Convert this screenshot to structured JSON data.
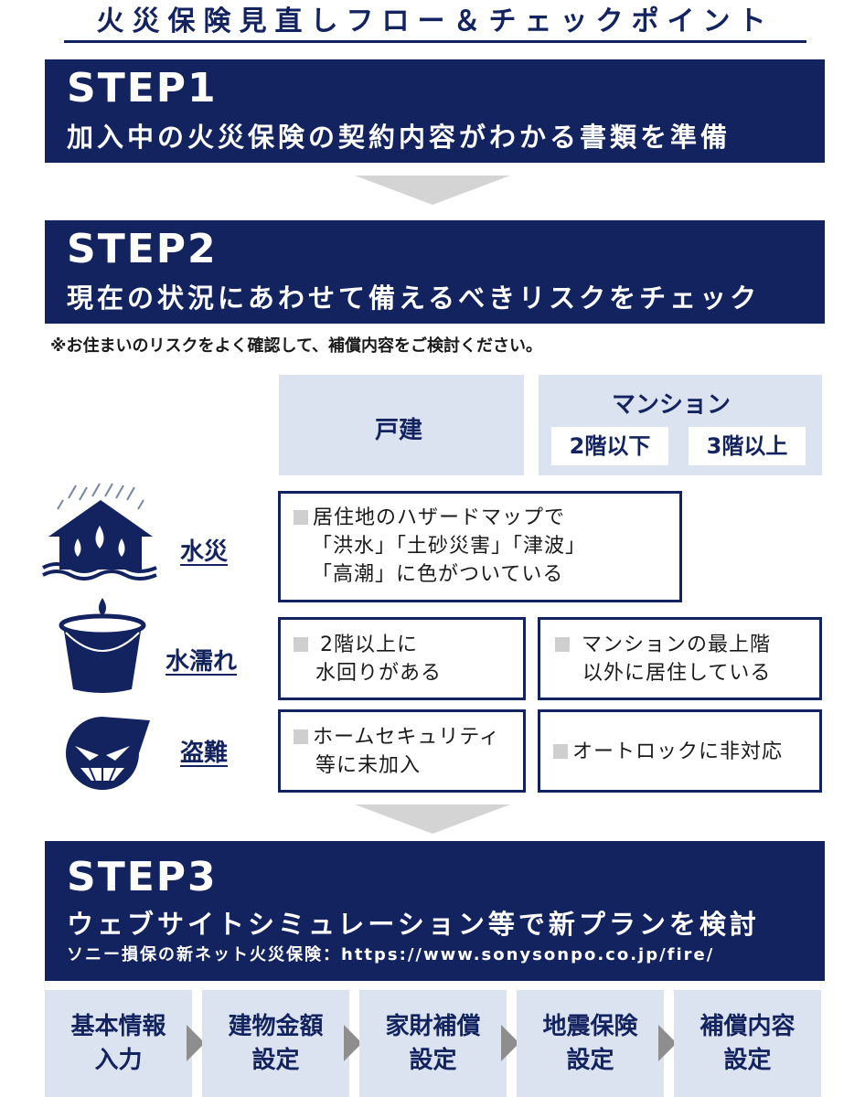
{
  "title": "火災保険見直しフロー＆チェックポイント",
  "step1": {
    "num": "STEP1",
    "desc": "加入中の火災保険の契約内容がわかる書類を準備"
  },
  "step2": {
    "num": "STEP2",
    "desc": "現在の状況にあわせて備えるべきリスクをチェック"
  },
  "note": "※お住まいのリスクをよく確認して、補償内容をご検討ください。",
  "table": {
    "col_house": "戸建",
    "col_mansion": "マンション",
    "col_low": "2階以下",
    "col_high": "3階以上"
  },
  "risks": {
    "flood": {
      "label": "水災",
      "icon": "house-rain-icon",
      "check": [
        "居住地のハザードマップで",
        "「洪水」「土砂災害」「津波」",
        "「高潮」に色がついている"
      ]
    },
    "water": {
      "label": "水濡れ",
      "icon": "bucket-icon",
      "check_house": [
        "2階以上に",
        "水回りがある"
      ],
      "check_mansion": [
        "マンションの最上階",
        "以外に居住している"
      ]
    },
    "theft": {
      "label": "盗難",
      "icon": "thief-icon",
      "check_house": [
        "ホームセキュリティ",
        "等に未加入"
      ],
      "check_mansion": [
        "オートロックに非対応"
      ]
    }
  },
  "step3": {
    "num": "STEP3",
    "desc": "ウェブサイトシミュレーション等で新プランを検討",
    "url": "ソニー損保の新ネット火災保険：https://www.sonysonpo.co.jp/fire/"
  },
  "flow": [
    [
      "基本情報",
      "入力"
    ],
    [
      "建物金額",
      "設定"
    ],
    [
      "家財補償",
      "設定"
    ],
    [
      "地震保険",
      "設定"
    ],
    [
      "補償内容",
      "設定"
    ]
  ],
  "colors": {
    "navy": "#13235f",
    "light_blue": "#dbe3f1",
    "arrow_gray": "#d4d4d4",
    "checkbox_gray": "#cfcfcf"
  }
}
